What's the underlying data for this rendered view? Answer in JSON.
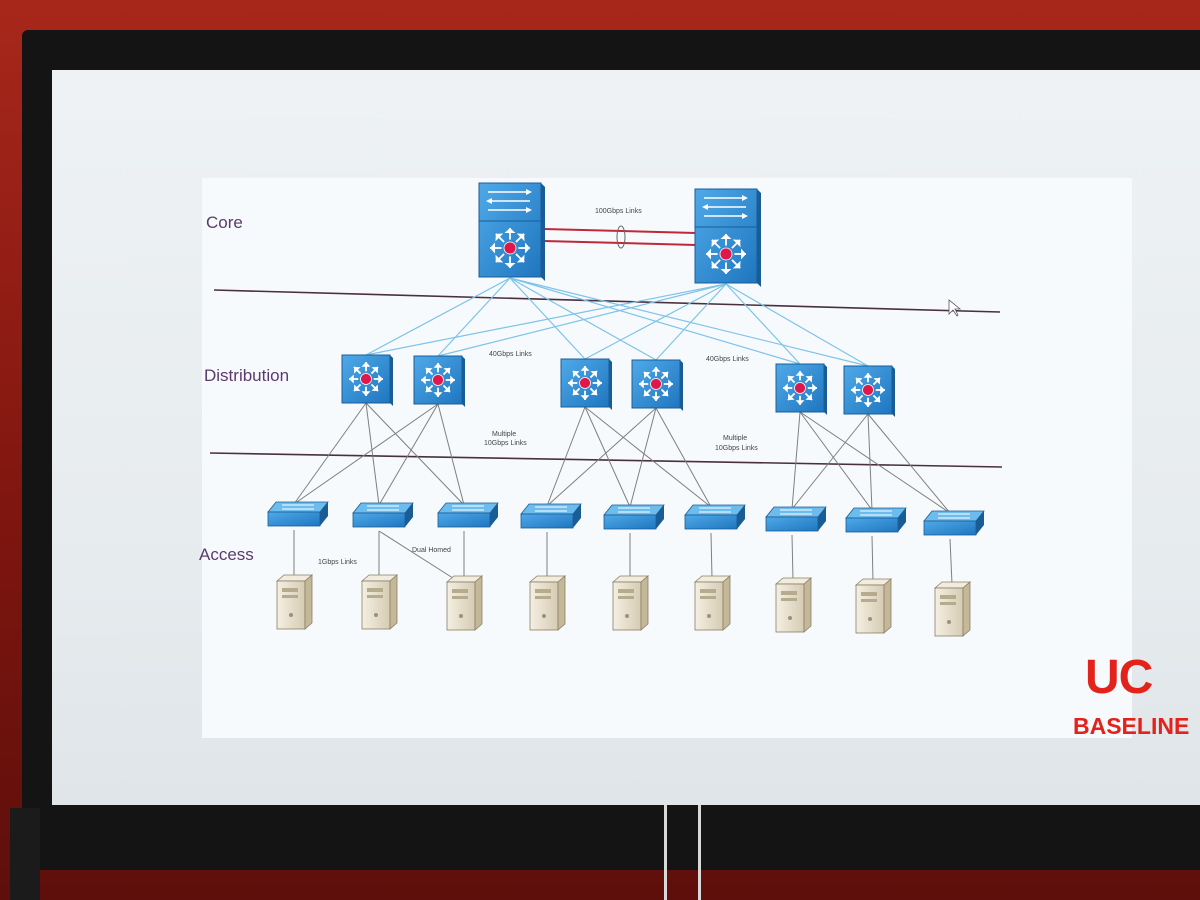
{
  "layers": {
    "core": "Core",
    "distribution": "Distribution",
    "access": "Access"
  },
  "annotations": {
    "core_links": "100Gbps Links",
    "dist_links_left": "40Gbps Links",
    "dist_links_right": "40Gbps Links",
    "access_links_left_1": "Multiple",
    "access_links_left_2": "10Gbps Links",
    "access_links_right_1": "Multiple",
    "access_links_right_2": "10Gbps Links",
    "server_links": "1Gbps Links",
    "dual_homed": "Dual Homed"
  },
  "logo": {
    "top": "UC",
    "bottom": "BASELINE"
  },
  "colors": {
    "layer_label": "#5b3b6e",
    "switch_blue": "#2e8fd6",
    "core_link": "#c0283a",
    "fiber_link": "#7ec3e8",
    "copper_link": "#7f7f7f",
    "divider": "#4a2f3f",
    "logo": "#e3221b"
  },
  "icons": {
    "core": "multilayer-switch-icon",
    "distribution": "layer3-switch-icon",
    "access": "workgroup-switch-icon",
    "server": "server-icon"
  }
}
